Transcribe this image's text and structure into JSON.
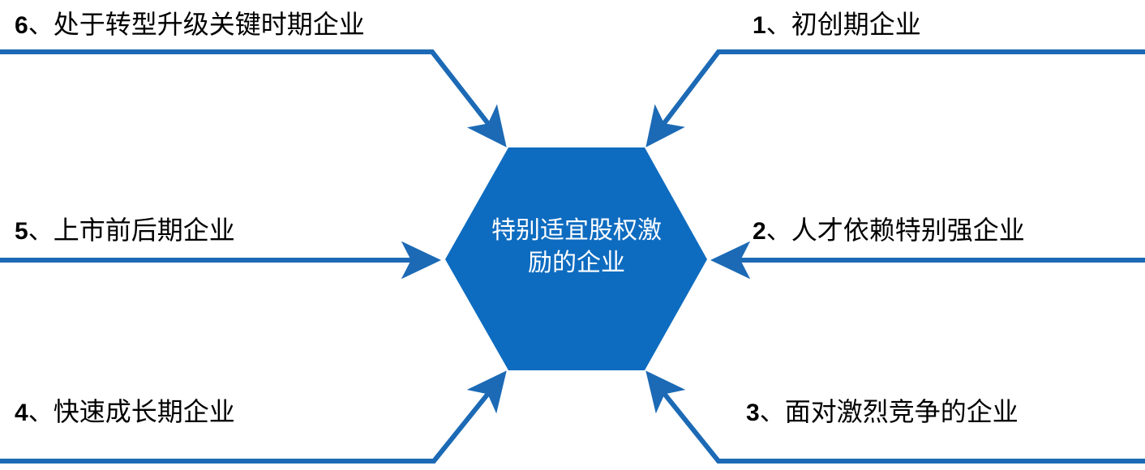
{
  "diagram": {
    "type": "hexagon-hub-and-spoke",
    "center": {
      "text_line1": "特别适宜股权激",
      "text_line2": "励的企业",
      "full_text": "特别适宜股权激励的企业",
      "shape": "hexagon",
      "fill_color": "#0E6CC0",
      "text_color": "#FFFFFF"
    },
    "connector_color": "#1C6AB5",
    "spokes": [
      {
        "number": "1",
        "separator": "、",
        "text": "初创期企业",
        "position": "top-right"
      },
      {
        "number": "2",
        "separator": "、",
        "text": "人才依赖特别强企业",
        "position": "middle-right"
      },
      {
        "number": "3",
        "separator": "、",
        "text": "面对激烈竞争的企业",
        "position": "bottom-right"
      },
      {
        "number": "4",
        "separator": "、",
        "text": "快速成长期企业",
        "position": "bottom-left"
      },
      {
        "number": "5",
        "separator": "、",
        "text": "上市前后期企业",
        "position": "middle-left"
      },
      {
        "number": "6",
        "separator": "、",
        "text": "处于转型升级关键时期企业",
        "position": "top-left"
      }
    ]
  }
}
